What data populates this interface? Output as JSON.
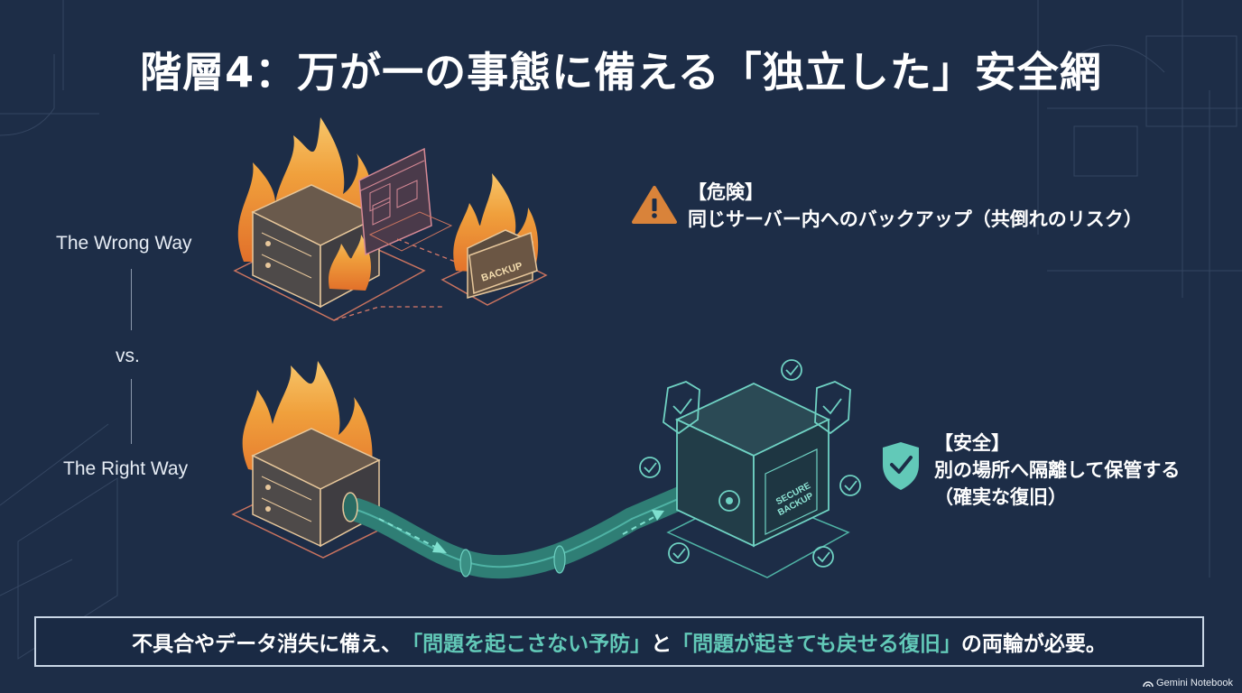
{
  "title": "階層4：万が一の事態に備える「独立した」安全網",
  "left_labels": {
    "wrong": "The Wrong Way",
    "vs": "vs.",
    "right": "The Right Way"
  },
  "illustration_text": {
    "backup_folder": "BACKUP",
    "secure_backup_line1": "SECURE",
    "secure_backup_line2": "BACKUP"
  },
  "danger": {
    "head": "【危険】",
    "body": "同じサーバー内へのバックアップ（共倒れのリスク）",
    "icon": "warning-icon"
  },
  "safe": {
    "head": "【安全】",
    "body_line1": "別の場所へ隔離して保管する",
    "body_line2": "（確実な復旧）",
    "icon": "shield-check-icon"
  },
  "banner": {
    "part1": "不具合やデータ消失に備え、",
    "highlight1": "「問題を起こさない予防」",
    "part2": "と",
    "highlight2": "「問題が起きても戻せる復旧」",
    "part3": "の両輪が必要。"
  },
  "watermark": "Gemini Notebook",
  "colors": {
    "background": "#1d2d47",
    "accent_teal": "#62c9b8",
    "warning_orange": "#d9833a",
    "fire_orange": "#f0a03c"
  }
}
